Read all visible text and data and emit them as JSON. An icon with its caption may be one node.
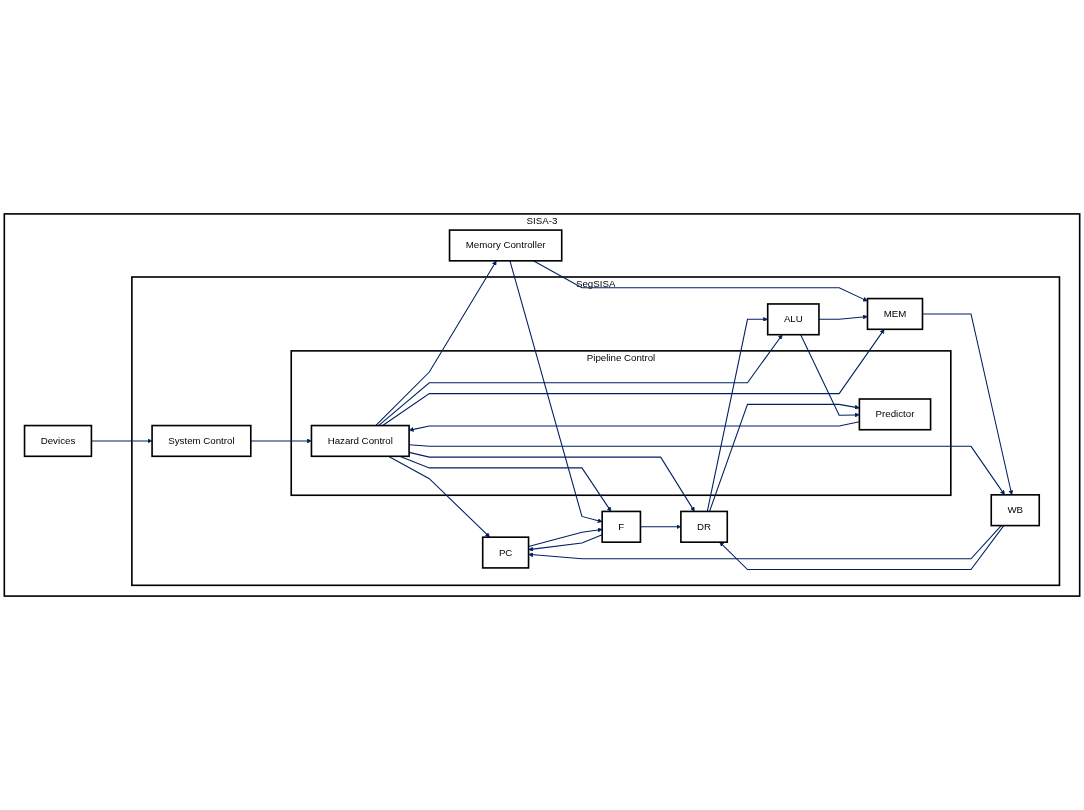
{
  "diagram": {
    "nodes": [
      {
        "text": [
          "SISA-3"
        ]
      },
      {
        "text": [
          "SegSISA"
        ],
        "in": 0
      },
      {
        "text": [
          "PC"
        ],
        "in": 1
      },
      {
        "text": [
          "F"
        ],
        "in": 1
      },
      {
        "text": [
          "DR"
        ],
        "in": 1
      },
      {
        "text": [
          "ALU"
        ],
        "in": 1
      },
      {
        "text": [
          "MEM"
        ],
        "in": 1
      },
      {
        "text": [
          "WB"
        ],
        "in": 1
      },
      {
        "text": [
          "Pipeline Control"
        ],
        "in": 1
      },
      {
        "text": [
          "Hazard Control"
        ],
        "in": 8
      },
      {
        "text": [
          "Predictor"
        ],
        "in": 8
      },
      {
        "text": [
          "System Control"
        ],
        "in": 1
      },
      {
        "text": [
          "Memory Controller"
        ],
        "in": 0
      },
      {
        "text": [
          "Devices"
        ],
        "in": 0
      }
    ],
    "edges": [
      {
        "from": 12,
        "to": 3,
        "arrow": "to"
      },
      {
        "from": 12,
        "to": 6,
        "arrow": "to"
      },
      {
        "from": 2,
        "to": 3,
        "arrow": "to"
      },
      {
        "from": 3,
        "to": 2,
        "arrow": "to"
      },
      {
        "from": 3,
        "to": 4,
        "arrow": "to"
      },
      {
        "from": 4,
        "to": 5,
        "arrow": "to"
      },
      {
        "from": 5,
        "to": 6,
        "arrow": "to"
      },
      {
        "from": 6,
        "to": 7,
        "arrow": "to"
      },
      {
        "from": 9,
        "to": 2,
        "arrow": "to"
      },
      {
        "from": 9,
        "to": 3,
        "arrow": "to"
      },
      {
        "from": 9,
        "to": 4,
        "arrow": "to"
      },
      {
        "from": 9,
        "to": 5,
        "arrow": "to"
      },
      {
        "from": 9,
        "to": 6,
        "arrow": "to"
      },
      {
        "from": 9,
        "to": 7,
        "arrow": "to"
      },
      {
        "from": 9,
        "to": 12,
        "arrow": "to"
      },
      {
        "from": 7,
        "to": 2,
        "arrow": "to"
      },
      {
        "from": 7,
        "to": 4,
        "arrow": "to"
      },
      {
        "from": 4,
        "to": 10,
        "arrow": "to"
      },
      {
        "from": 5,
        "to": 10,
        "arrow": "to"
      },
      {
        "from": 10,
        "to": 9,
        "arrow": "to"
      },
      {
        "from": 11,
        "to": 9,
        "arrow": "to"
      },
      {
        "from": 13,
        "to": 11,
        "arrow": "to"
      }
    ]
  }
}
